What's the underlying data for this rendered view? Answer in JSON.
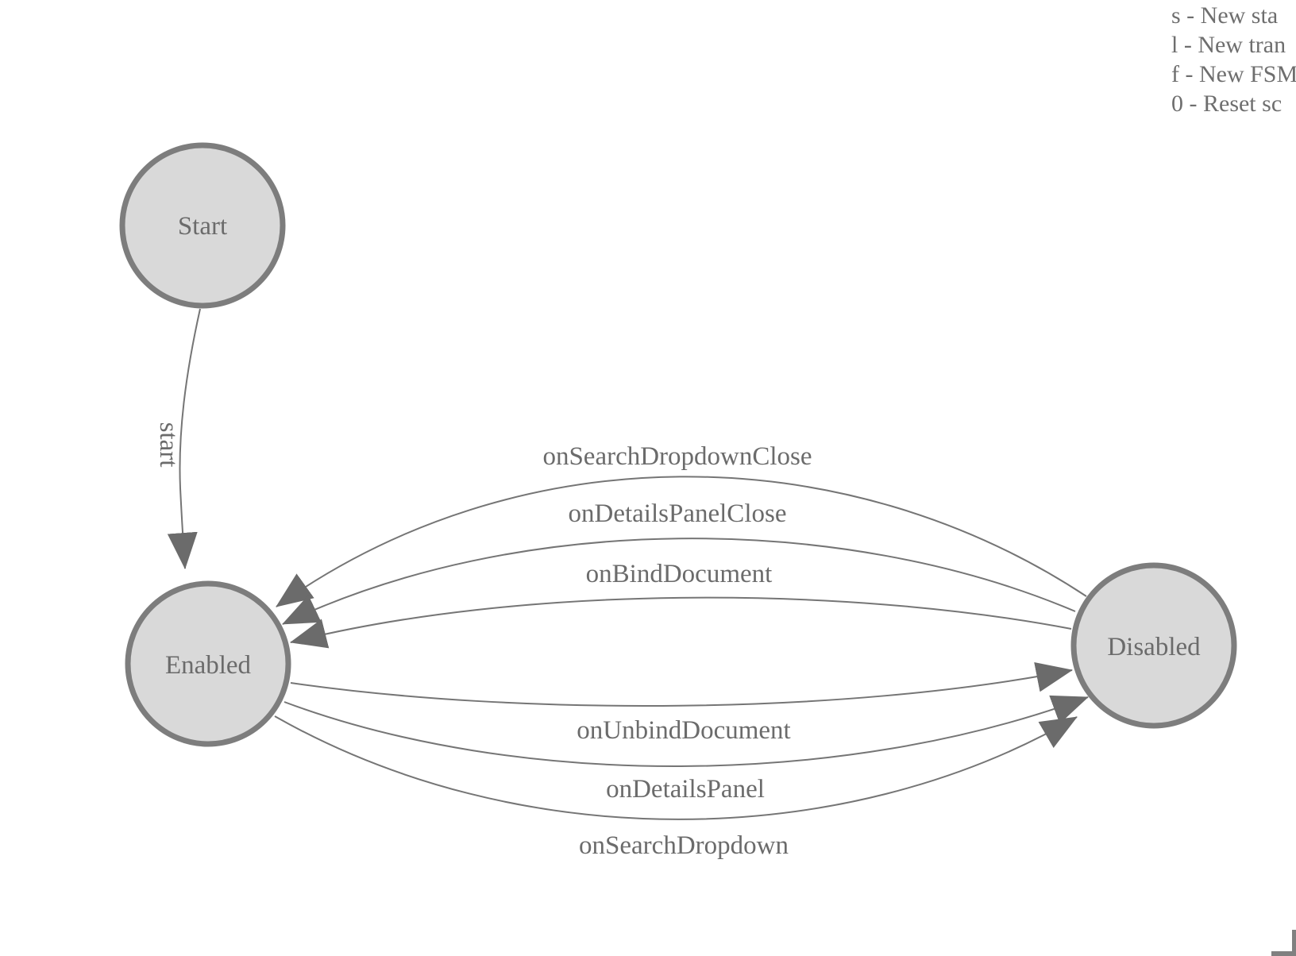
{
  "fsm": {
    "states": [
      {
        "name": "Start"
      },
      {
        "name": "Enabled"
      },
      {
        "name": "Disabled"
      }
    ],
    "transitions": [
      {
        "label": "start",
        "from": "Start",
        "to": "Enabled"
      },
      {
        "label": "onSearchDropdownClose",
        "from": "Disabled",
        "to": "Enabled"
      },
      {
        "label": "onDetailsPanelClose",
        "from": "Disabled",
        "to": "Enabled"
      },
      {
        "label": "onBindDocument",
        "from": "Disabled",
        "to": "Enabled"
      },
      {
        "label": "onUnbindDocument",
        "from": "Enabled",
        "to": "Disabled"
      },
      {
        "label": "onDetailsPanel",
        "from": "Enabled",
        "to": "Disabled"
      },
      {
        "label": "onSearchDropdown",
        "from": "Enabled",
        "to": "Disabled"
      }
    ]
  },
  "legend": {
    "lines": [
      "s - New sta",
      "l - New tran",
      "f - New FSM",
      "0 - Reset sc"
    ]
  },
  "colors": {
    "node_fill": "#d9d9d9",
    "node_stroke": "#7d7d7d",
    "edge": "#757575",
    "arrow": "#6b6b6b",
    "text": "#6b6b6b",
    "legend_text": "#6e6e6e",
    "corner_handle": "#808080"
  }
}
